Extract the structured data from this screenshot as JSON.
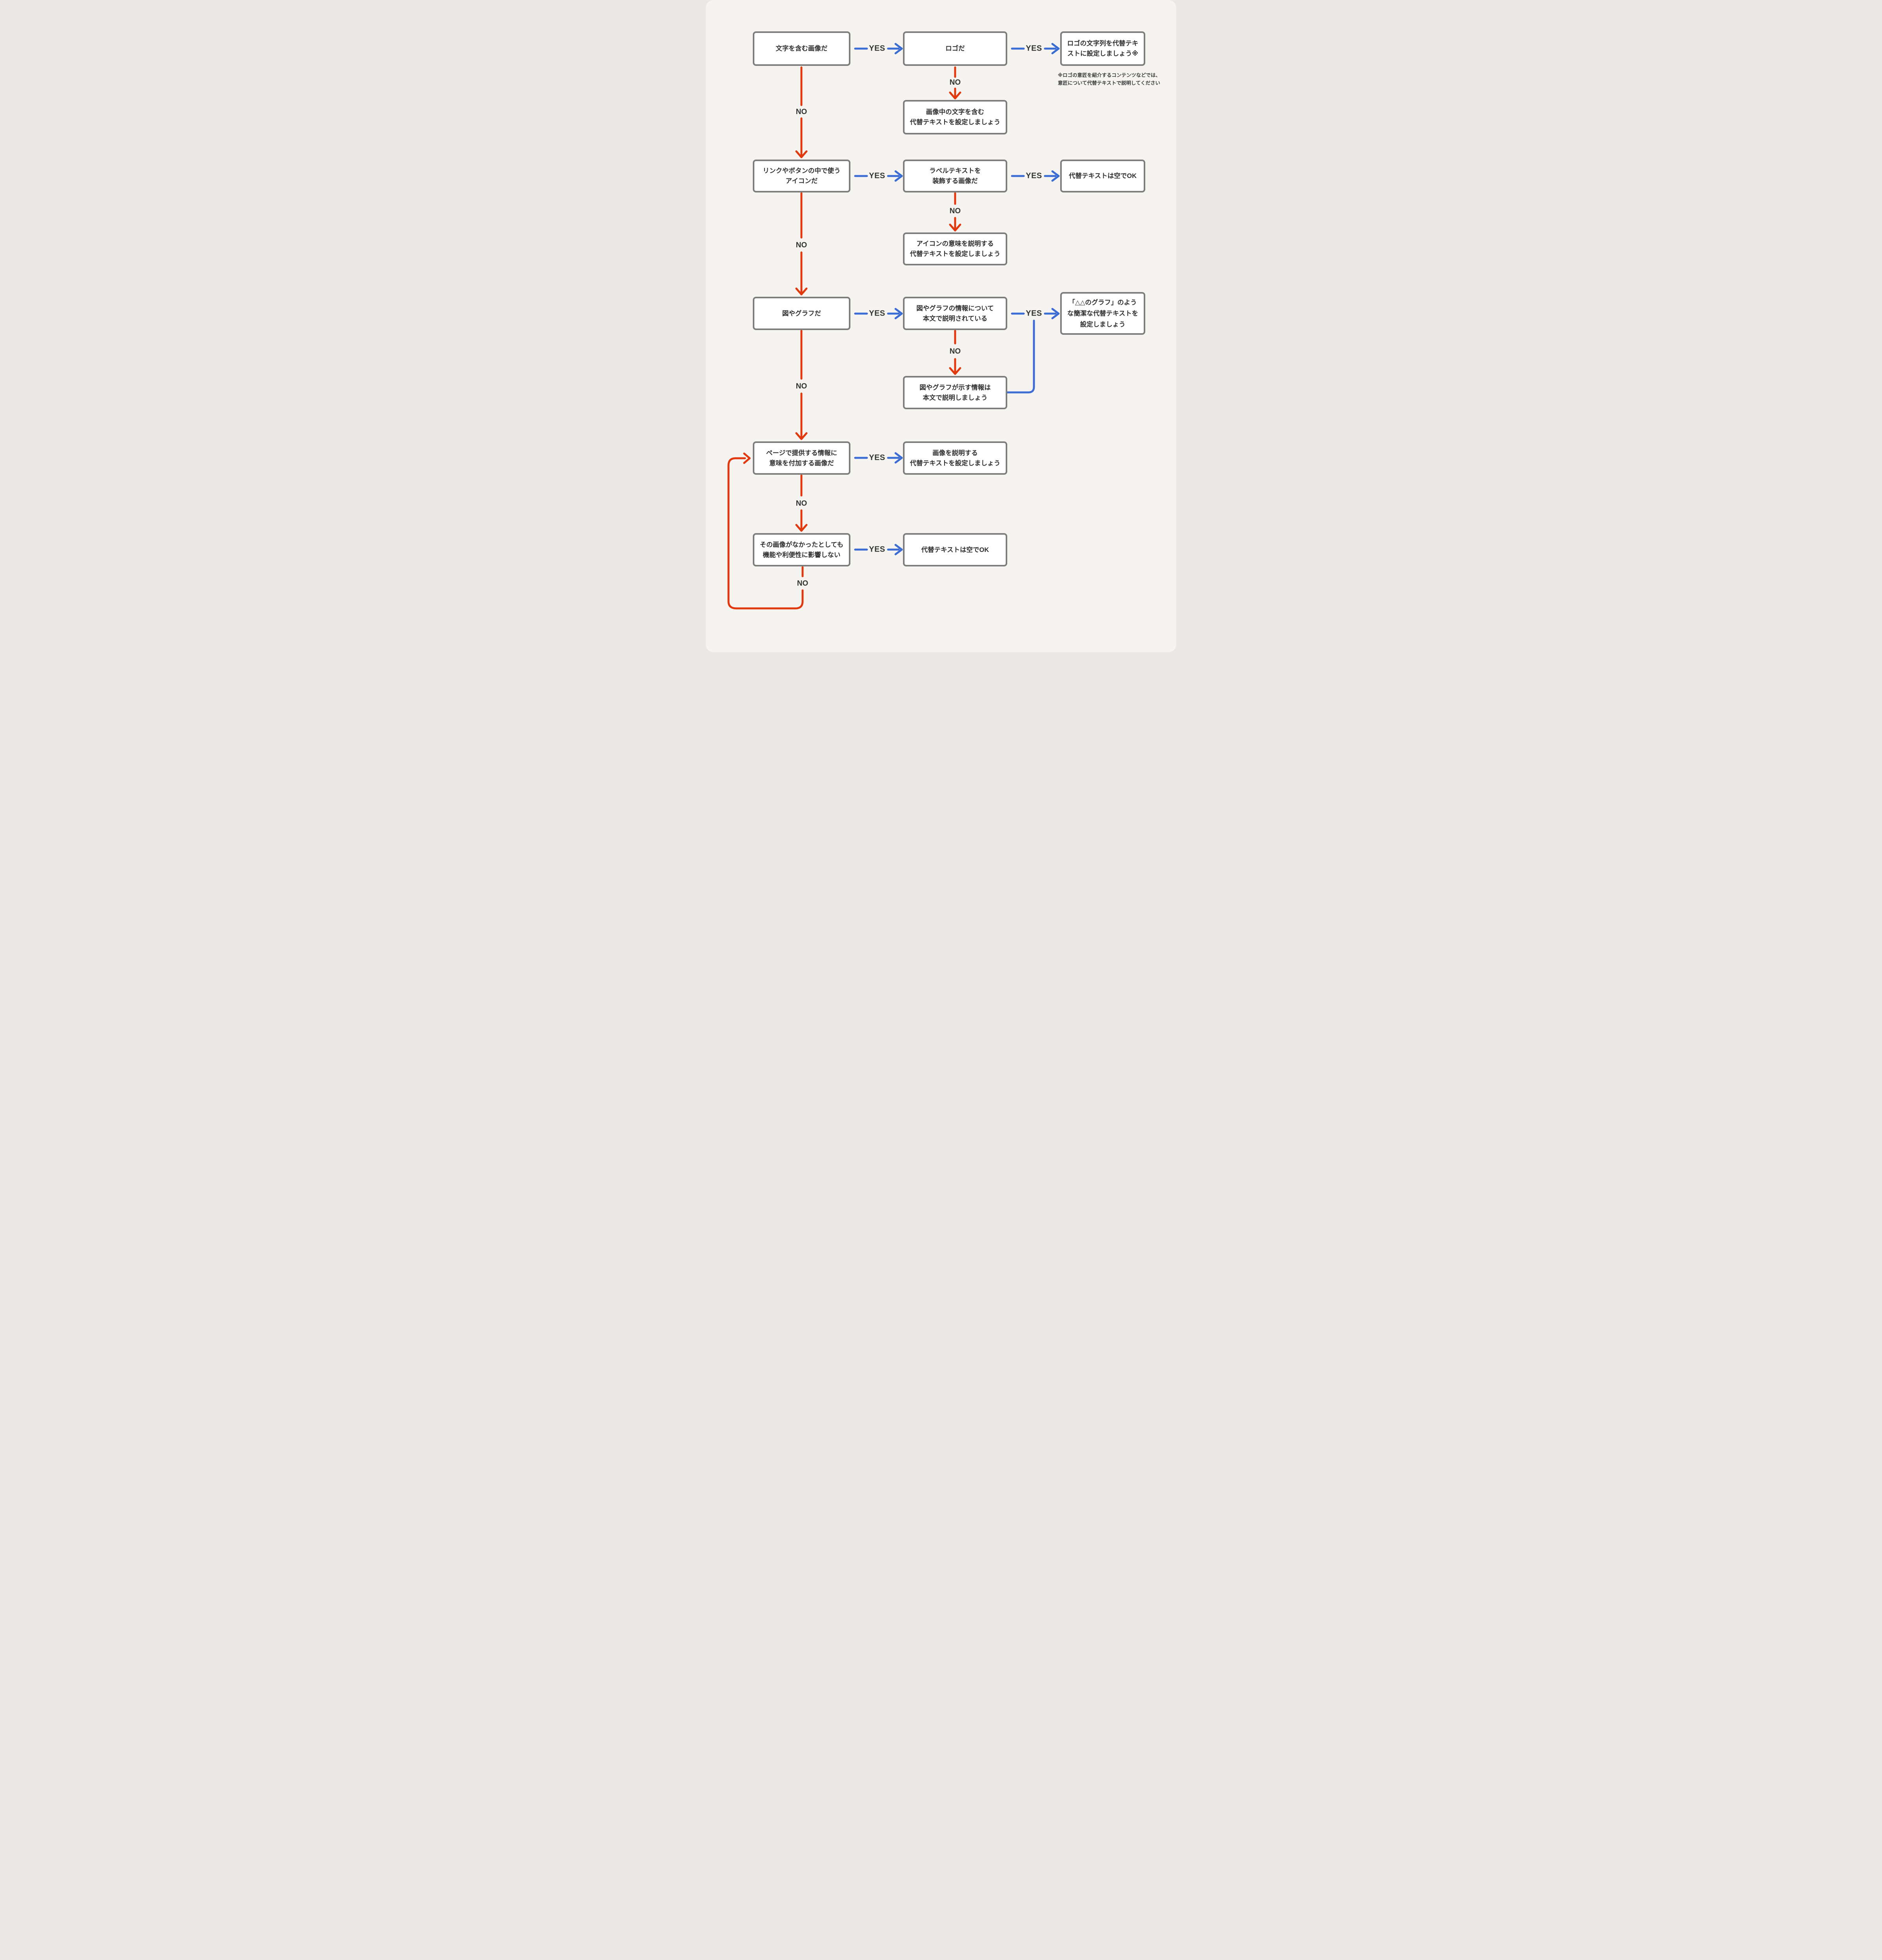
{
  "labels": {
    "yes": "YES",
    "no": "NO"
  },
  "nodes": {
    "textImage": {
      "lines": [
        "文字を含む画像だ"
      ]
    },
    "logo": {
      "lines": [
        "ロゴだ"
      ]
    },
    "logoAlt": {
      "lines": [
        "ロゴの文字列を代替テキ",
        "ストに設定しましょう※"
      ]
    },
    "textInImageAlt": {
      "lines": [
        "画像中の文字を含む",
        "代替テキストを設定しましょう"
      ]
    },
    "iconInLink": {
      "lines": [
        "リンクやボタンの中で使う",
        "アイコンだ"
      ]
    },
    "decorateLabel": {
      "lines": [
        "ラベルテキストを",
        "装飾する画像だ"
      ]
    },
    "emptyAlt1": {
      "lines": [
        "代替テキストは空でOK"
      ]
    },
    "iconMeaningAlt": {
      "lines": [
        "アイコンの意味を説明する",
        "代替テキストを設定しましょう"
      ]
    },
    "figure": {
      "lines": [
        "図やグラフだ"
      ]
    },
    "figureExplained": {
      "lines": [
        "図やグラフの情報について",
        "本文で説明されている"
      ]
    },
    "conciseAlt": {
      "lines": [
        "「△△のグラフ」のよう",
        "な簡潔な代替テキストを",
        "設定しましょう"
      ]
    },
    "explainInText": {
      "lines": [
        "図やグラフが示す情報は",
        "本文で説明しましょう"
      ]
    },
    "meaningfulImage": {
      "lines": [
        "ページで提供する情報に",
        "意味を付加する画像だ"
      ]
    },
    "describeImageAlt": {
      "lines": [
        "画像を説明する",
        "代替テキストを設定しましょう"
      ]
    },
    "noImpact": {
      "lines": [
        "その画像がなかったとしても",
        "機能や利便性に影響しない"
      ]
    },
    "emptyAlt2": {
      "lines": [
        "代替テキストは空でOK"
      ]
    }
  },
  "footnote": {
    "lines": [
      "※ロゴの意匠を紹介するコンテンツなどでは、",
      "意匠について代替テキストで説明してください"
    ]
  },
  "colors": {
    "yes_blue": "#3b6cd3",
    "no_red": "#e1390d",
    "box_border": "#7d7d7d",
    "text": "#2f2f2f",
    "background": "#f5f4f1"
  }
}
